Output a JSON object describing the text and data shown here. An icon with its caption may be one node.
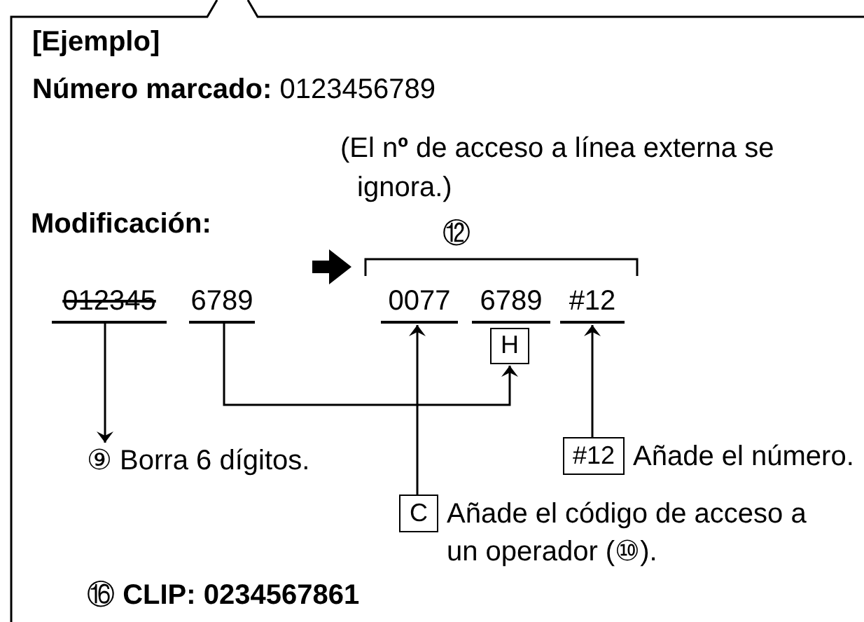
{
  "diagram": {
    "nodes": [
      {
        "text": [
          "012345"
        ]
      },
      {
        "text": [
          "6789"
        ]
      },
      {
        "text": [
          "0077"
        ]
      },
      {
        "text": [
          "6789"
        ]
      },
      {
        "text": [
          "#12"
        ]
      },
      {
        "text": [
          "H"
        ]
      },
      {
        "text": [
          "⑨ Borra 6 dígitos."
        ]
      },
      {
        "text": [
          "C"
        ],
        "beside": [
          "Añade el código de acceso a un operador (⑩)."
        ]
      },
      {
        "text": [
          "#12"
        ],
        "beside": [
          "Añade el número."
        ]
      }
    ],
    "edges": [
      {
        "from": 0,
        "to": 6,
        "arrow": "to"
      },
      {
        "from": 1,
        "to": 5,
        "arrow": "to"
      },
      {
        "from": 7,
        "to": 2,
        "arrow": "to"
      },
      {
        "from": 8,
        "to": 4,
        "arrow": "to"
      }
    ],
    "labels": [
      "[Ejemplo]",
      "**Número marcado:** 0123456789",
      "(El n**º** de acceso a línea externa se ignora.)",
      "Modificación:",
      "⑫",
      "⑯ **CLIP: 0234567861**"
    ]
  }
}
